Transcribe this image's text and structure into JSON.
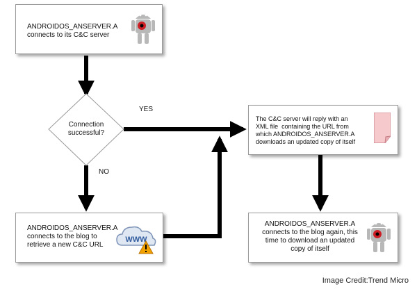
{
  "nodes": {
    "start": {
      "text": "ANDROIDOS_ANSERVER.A\nconnects to its C&C server",
      "icon": "android-bot-icon"
    },
    "decision": {
      "text": "Connection\nsuccessful?"
    },
    "reply": {
      "text": "The C&C server will reply with an\nXML file  containing the URL from\nwhich ANDROIDOS_ANSERVER.A\ndownloads an updated copy of itself",
      "icon": "document-icon"
    },
    "blog_fail": {
      "text": "ANDROIDOS_ANSERVER.A\nconnects to the blog to\nretrieve a new C&C URL",
      "icon": "www-cloud-warning-icon"
    },
    "blog_again": {
      "text": "ANDROIDOS_ANSERVER.A\nconnects to the blog again, this\ntime to download an updated\ncopy of itself",
      "icon": "android-bot-icon"
    }
  },
  "edges": {
    "yes_label": "YES",
    "no_label": "NO"
  },
  "credit": "Image Credit:Trend Micro",
  "colors": {
    "document_fill": "#f6c9cc",
    "bug_red": "#cf1f26",
    "android_gray": "#b8b8b8"
  }
}
